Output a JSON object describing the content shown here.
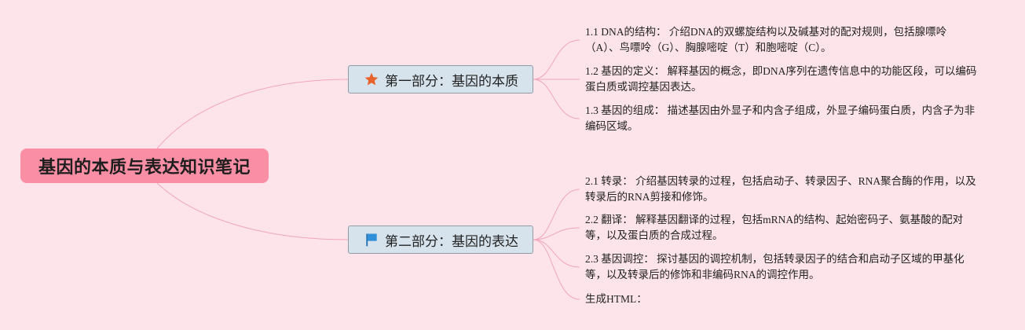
{
  "root": {
    "title": "基因的本质与表达知识笔记"
  },
  "sections": [
    {
      "title": "第一部分：基因的本质",
      "icon": "star-icon",
      "icon_color": "#e8622c",
      "items": [
        {
          "text": "1.1 DNA的结构： 介绍DNA的双螺旋结构以及碱基对的配对规则，包括腺嘌呤（A）、鸟嘌呤（G）、胸腺嘧啶（T）和胞嘧啶（C）。"
        },
        {
          "text": "1.2 基因的定义： 解释基因的概念，即DNA序列在遗传信息中的功能区段，可以编码蛋白质或调控基因表达。"
        },
        {
          "text": "1.3 基因的组成： 描述基因由外显子和内含子组成，外显子编码蛋白质，内含子为非编码区域。"
        }
      ]
    },
    {
      "title": "第二部分：基因的表达",
      "icon": "flag-icon",
      "icon_color": "#2f8fd8",
      "items": [
        {
          "text": "2.1 转录： 介绍基因转录的过程，包括启动子、转录因子、RNA聚合酶的作用，以及转录后的RNA剪接和修饰。"
        },
        {
          "text": "2.2 翻译： 解释基因翻译的过程，包括mRNA的结构、起始密码子、氨基酸的配对等，以及蛋白质的合成过程。"
        },
        {
          "text": "2.3 基因调控： 探讨基因的调控机制，包括转录因子的结合和启动子区域的甲基化等，以及转录后的修饰和非编码RNA的调控作用。"
        },
        {
          "text": "生成HTML："
        }
      ]
    }
  ],
  "colors": {
    "background": "#fde4ea",
    "root_fill": "#f98ea5",
    "branch_fill": "#d7e3ec",
    "connector": "#f2a6bb"
  }
}
